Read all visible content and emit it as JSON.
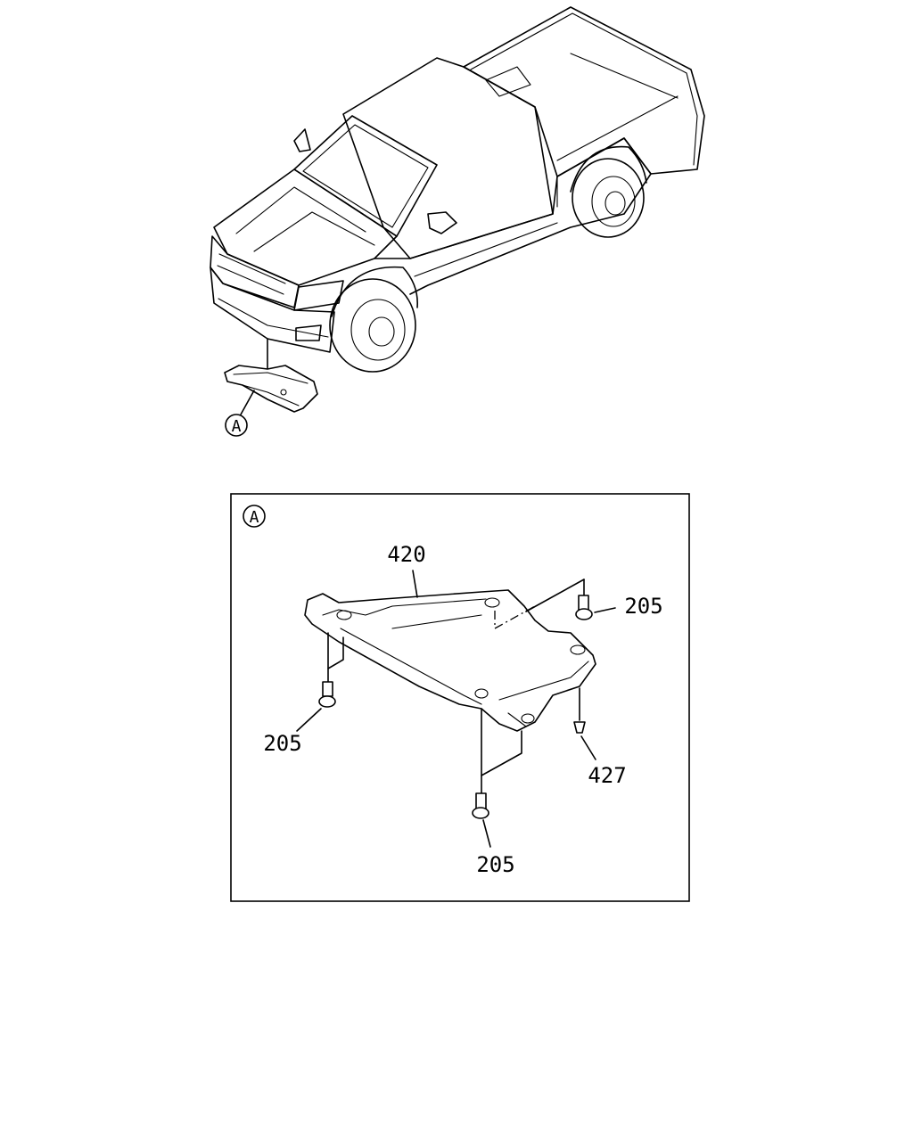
{
  "detail_view_marker": "A",
  "detail_box_marker": "A",
  "callouts": {
    "skid_plate": "420",
    "bolt_front_right": "205",
    "bolt_left": "205",
    "bolt_bottom": "205",
    "clip": "427"
  }
}
